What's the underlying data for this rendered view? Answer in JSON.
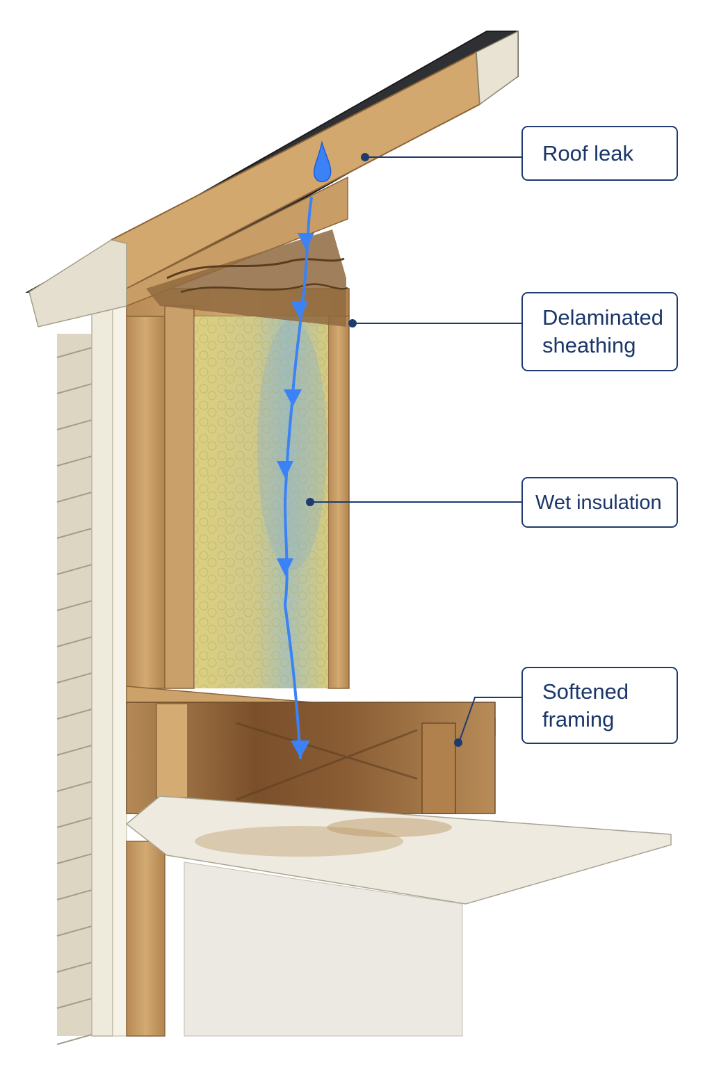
{
  "callouts": {
    "roof_leak": "Roof leak",
    "delaminated_line1": "Delaminated",
    "delaminated_line2": "sheathing",
    "wet_insulation": "Wet insulation",
    "softened_line1": "Softened",
    "softened_line2": "framing"
  },
  "colors": {
    "callout_border": "#1e3a6e",
    "callout_text": "#1a3668",
    "water": "#3b82f6",
    "wood": "#c49a62",
    "insulation": "#d8cd7a",
    "shingle": "#3b3b3b",
    "siding": "#d9d3c0"
  }
}
